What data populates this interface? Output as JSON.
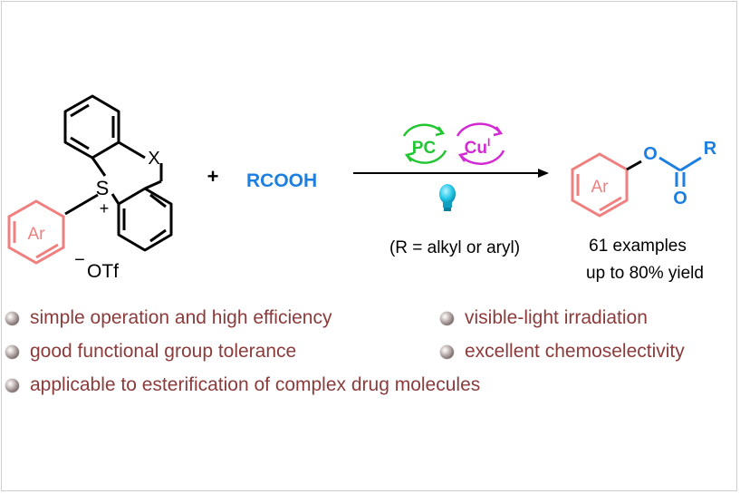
{
  "scheme": {
    "ring_label": "Ar",
    "ring_label_product": "Ar",
    "sulfur_label": "S",
    "plus_charge": "+",
    "x_label": "X",
    "counterion_minus": "−",
    "counterion": "OTf",
    "plus_sign": "+",
    "reagent": "RCOOH",
    "catalyst_pc": "PC",
    "catalyst_cu": "Cu",
    "catalyst_cu_sup": "I",
    "condition_note": "(R = alkyl or aryl)",
    "product_o": "O",
    "product_carbonyl_o": "O",
    "product_r": "R",
    "examples": "61 examples",
    "yield": "up to 80% yield"
  },
  "features": [
    "simple operation and high efficiency",
    "visible-light irradiation",
    "good functional group tolerance",
    "excellent chemoselectivity",
    "applicable to esterification of complex drug molecules"
  ],
  "colors": {
    "ring_pink": "#f08080",
    "reagent_blue": "#1f7fe0",
    "pc_green": "#22c532",
    "cu_magenta": "#d22bd2",
    "bulb_cyan": "#25c8e8",
    "feature_text": "#8c3b3b"
  }
}
